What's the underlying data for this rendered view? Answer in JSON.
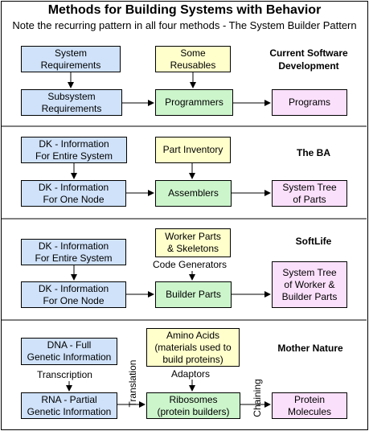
{
  "title": "Methods for Building Systems with Behavior",
  "subtitle": "Note the recurring pattern in all four methods - The System Builder Pattern",
  "colors": {
    "blue": "#cfe2fa",
    "yellow": "#ffffcc",
    "green": "#ccf5cc",
    "pink": "#fbe0fb"
  },
  "sections": [
    {
      "header": "Current Software\nDevelopment",
      "top_left": "System\nRequirements",
      "bottom_left": "Subsystem\nRequirements",
      "top_middle": "Some\nReusables",
      "middle": "Programmers",
      "right": "Programs"
    },
    {
      "header": "The BA",
      "top_left": "DK - Information\nFor Entire System",
      "bottom_left": "DK - Information\nFor One Node",
      "top_middle": "Part Inventory",
      "middle": "Assemblers",
      "right": "System Tree\nof Parts"
    },
    {
      "header": "SoftLife",
      "top_left": "DK - Information\nFor Entire System",
      "bottom_left": "DK - Information\nFor One Node",
      "top_middle": "Worker Parts\n& Skeletons",
      "middle": "Builder Parts",
      "right": "System Tree\nof Worker &\nBuilder Parts",
      "label_middle": "Code Generators"
    },
    {
      "header": "Mother Nature",
      "top_left": "DNA - Full\nGenetic Information",
      "bottom_left": "RNA - Partial\nGenetic Information",
      "top_middle": "Amino Acids\n(materials used to\nbuild proteins)",
      "middle": "Ribosomes\n(protein builders)",
      "right": "Protein\nMolecules",
      "label_left": "Transcription",
      "label_middle": "Adaptors",
      "label_translation": "Translation",
      "label_chaining": "Chaining"
    }
  ]
}
